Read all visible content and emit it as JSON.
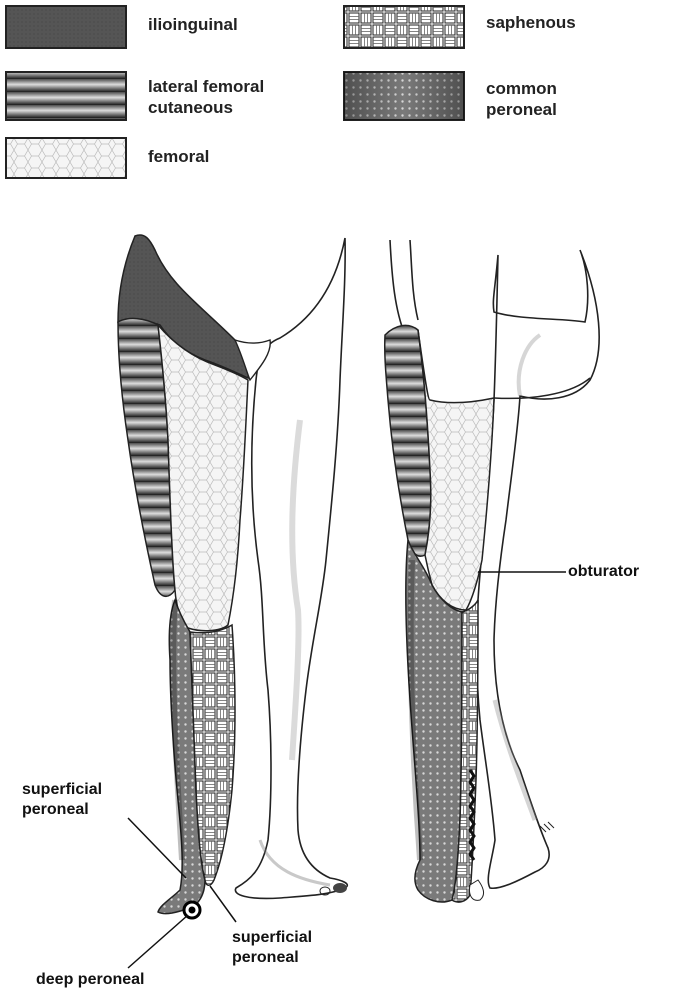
{
  "legend": {
    "ilioinguinal": "ilioinguinal",
    "lateral_femoral_cutaneous": "lateral femoral\ncutaneous",
    "femoral": "femoral",
    "saphenous": "saphenous",
    "common_peroneal": "common\nperoneal"
  },
  "callouts": {
    "obturator": "obturator",
    "superficial_peroneal_top": "superficial\nperoneal",
    "superficial_peroneal_bottom": "superficial\nperoneal",
    "deep_peroneal": "deep peroneal"
  },
  "colors": {
    "ilioinguinal": "#555555",
    "femoral": "#f4f4f4",
    "common_peroneal": "#777777",
    "skin_outline": "#222222"
  }
}
